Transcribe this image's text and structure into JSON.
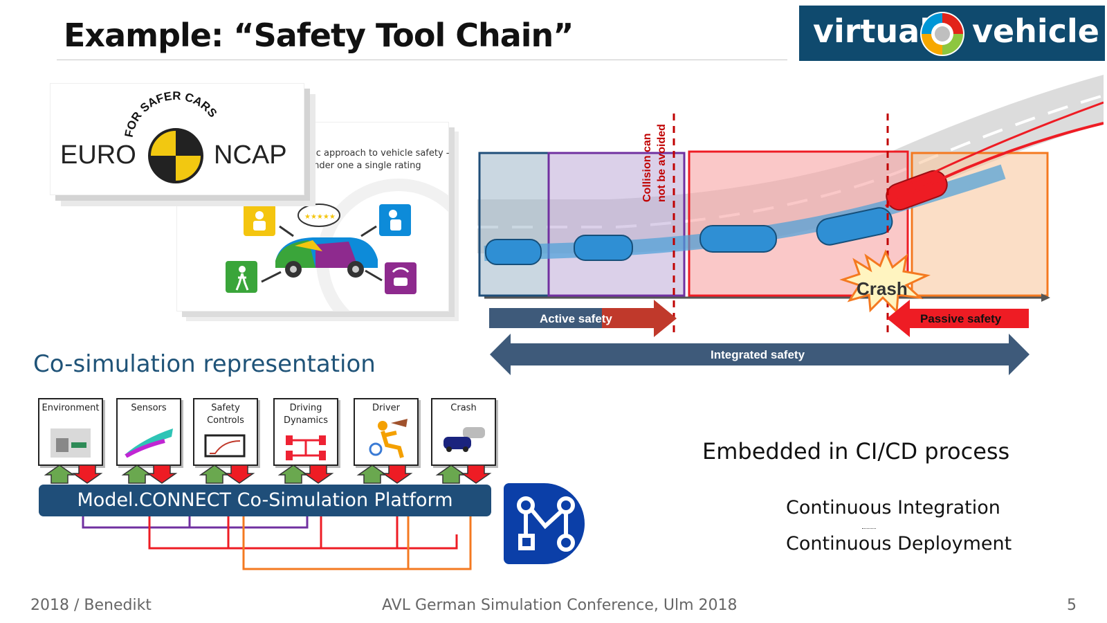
{
  "slide": {
    "title": "Example: “Safety Tool Chain”"
  },
  "logo": {
    "word_left": "virtual",
    "word_right": "vehicle"
  },
  "euroncap": {
    "arc_text": "FOR SAFER CARS",
    "word_left": "EURO",
    "word_right": "NCAP",
    "caption_line1": "listic approach to vehicle safety -",
    "caption_line2": "s under one a single rating"
  },
  "diagram": {
    "collision_line1": "Collision can",
    "collision_line2": "not be avoided",
    "crash_label": "Crash",
    "active_label": "Active safety",
    "passive_label": "Passive safety",
    "integrated_label": "Integrated safety"
  },
  "cosim": {
    "title": "Co-simulation representation",
    "modules": [
      {
        "line1": "Environment",
        "line2": ""
      },
      {
        "line1": "Sensors",
        "line2": ""
      },
      {
        "line1": "Safety",
        "line2": "Controls"
      },
      {
        "line1": "Driving",
        "line2": "Dynamics"
      },
      {
        "line1": "Driver",
        "line2": ""
      },
      {
        "line1": "Crash",
        "line2": ""
      }
    ],
    "platform_label": "Model.CONNECT Co-Simulation Platform"
  },
  "cicd": {
    "title": "Embedded in CI/CD process",
    "line1": "Continuous Integration",
    "line2": "Continuous Deployment"
  },
  "footer": {
    "left": "2018 / Benedikt",
    "center": "AVL German Simulation Conference, Ulm 2018",
    "page": "5"
  },
  "colors": {
    "navy": "#1f4e79",
    "brand_blue": "#0f4a6e",
    "red": "#ee1c24",
    "orange": "#f47920",
    "purple": "#7030a0",
    "green_arrow": "#6aa84f"
  }
}
